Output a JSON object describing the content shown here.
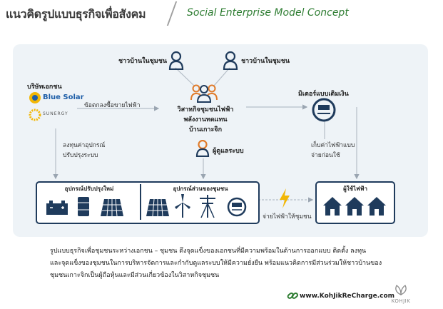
{
  "header": {
    "title_th": "แนวคิดรูปแบบธุรกิจเพื่อสังคม",
    "title_en": "Social Enterprise Model Concept"
  },
  "diagram": {
    "villager_left": "ชาวบ้านในชุมชน",
    "villager_right": "ชาวบ้านในชุมชน",
    "private_company": "บริษัทเอกชน",
    "blue_solar": "Blue Solar",
    "sunergy": "SUNERGY",
    "agreement": "ข้อตกลงซื้อขายไฟฟ้า",
    "enterprise_line1": "วิสาหกิจชุมชนไฟฟ้า",
    "enterprise_line2": "พลังงานทดแทน",
    "enterprise_line3": "บ้านเกาะจิก",
    "manager": "ผู้ดูแลระบบ",
    "meter": "มิเตอร์แบบเติมเงิน",
    "invest_line1": "ลงทุนค่าอุปกรณ์",
    "invest_line2": "ปรับปรุงระบบ",
    "collect_line1": "เก็บค่าไฟฟ้าแบบ",
    "collect_line2": "จ่ายก่อนใช้",
    "box_upgrade": "อุปกรณ์ปรับปรุงใหม่",
    "box_community": "อุปกรณ์ส่วนของชุมชน",
    "box_users": "ผู้ใช้ไฟฟ้า",
    "supply": "จ่ายไฟฟ้าให้ชุมชน"
  },
  "description": {
    "line1": "รูปแบบธุรกิจเพื่อชุมชนระหว่างเอกชน – ชุมชน ดึงจุดแข็งของเอกชนที่มีความพร้อมในด้านการออกแบบ ติดตั้ง ลงทุน",
    "line2": "และจุดแข็งของชุมชนในการบริหารจัดการและกำกับดูแลระบบให้มีความยั่งยืน พร้อมแนวคิดการมีส่วนร่วมให้ชาวบ้านของ",
    "line3": "ชุมชนเกาะจิกเป็นผู้ถือหุ้นและมีส่วนเกี่ยวข้องในวิสาหกิจชุมชน"
  },
  "footer": {
    "url": "www.KohJikReCharge.com",
    "logo_text": "KOHJIK"
  },
  "colors": {
    "navy": "#1f3b5c",
    "orange": "#e07b2a",
    "green": "#2e7d32",
    "yellow": "#f2b705",
    "panel": "#eef3f7"
  }
}
